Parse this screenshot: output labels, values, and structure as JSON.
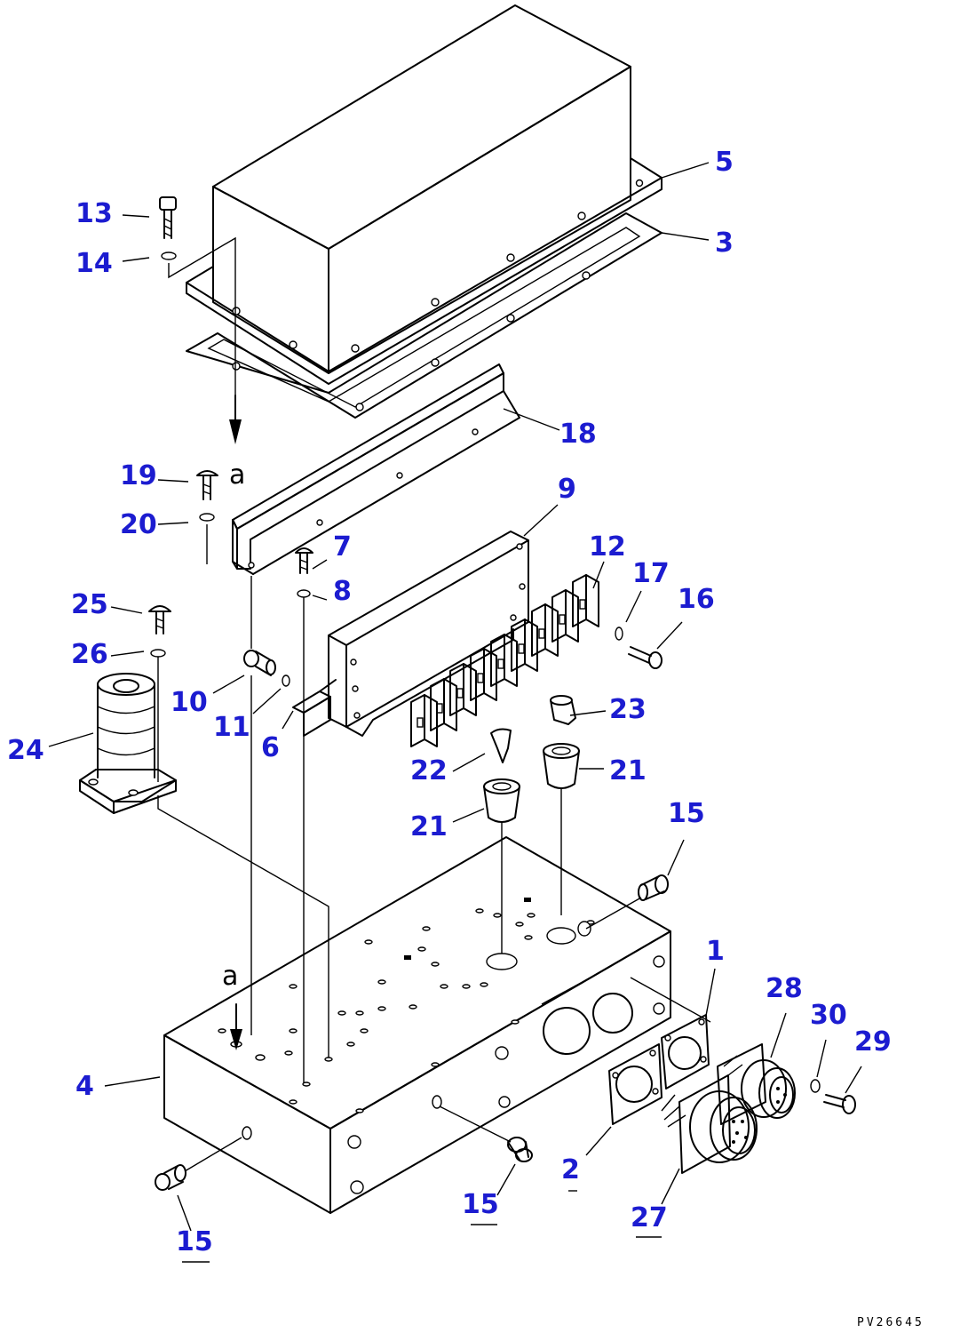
{
  "drawing_code": "PV26645",
  "ref_marks": [
    "a",
    "a"
  ],
  "callouts": [
    {
      "id": "c5",
      "label": "5"
    },
    {
      "id": "c3",
      "label": "3"
    },
    {
      "id": "c13",
      "label": "13"
    },
    {
      "id": "c14",
      "label": "14"
    },
    {
      "id": "c18",
      "label": "18"
    },
    {
      "id": "c19",
      "label": "19"
    },
    {
      "id": "c20",
      "label": "20"
    },
    {
      "id": "c9",
      "label": "9"
    },
    {
      "id": "c7",
      "label": "7"
    },
    {
      "id": "c8",
      "label": "8"
    },
    {
      "id": "c12",
      "label": "12"
    },
    {
      "id": "c17",
      "label": "17"
    },
    {
      "id": "c16",
      "label": "16"
    },
    {
      "id": "c25",
      "label": "25"
    },
    {
      "id": "c26",
      "label": "26"
    },
    {
      "id": "c10",
      "label": "10"
    },
    {
      "id": "c11",
      "label": "11"
    },
    {
      "id": "c6",
      "label": "6"
    },
    {
      "id": "c23",
      "label": "23"
    },
    {
      "id": "c24",
      "label": "24"
    },
    {
      "id": "c22",
      "label": "22"
    },
    {
      "id": "c21a",
      "label": "21"
    },
    {
      "id": "c21b",
      "label": "21"
    },
    {
      "id": "c15a",
      "label": "15"
    },
    {
      "id": "c1",
      "label": "1"
    },
    {
      "id": "c28",
      "label": "28"
    },
    {
      "id": "c30",
      "label": "30"
    },
    {
      "id": "c29",
      "label": "29"
    },
    {
      "id": "c4",
      "label": "4"
    },
    {
      "id": "c2",
      "label": "2"
    },
    {
      "id": "c15b",
      "label": "15"
    },
    {
      "id": "c27",
      "label": "27"
    },
    {
      "id": "c15c",
      "label": "15"
    }
  ]
}
